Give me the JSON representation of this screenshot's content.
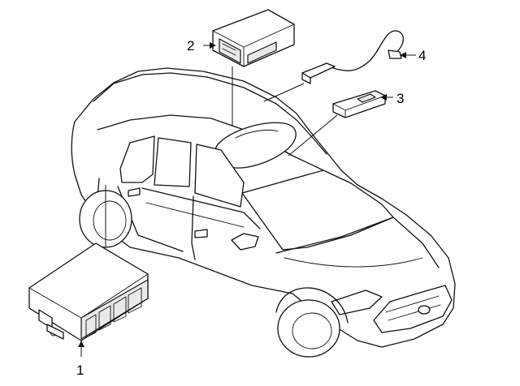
{
  "callouts": [
    {
      "number": "1",
      "part": "module-bottom-left"
    },
    {
      "number": "2",
      "part": "module-top"
    },
    {
      "number": "3",
      "part": "antenna"
    },
    {
      "number": "4",
      "part": "cable-antenna"
    }
  ],
  "colors": {
    "line": "#111111",
    "background": "#ffffff"
  }
}
